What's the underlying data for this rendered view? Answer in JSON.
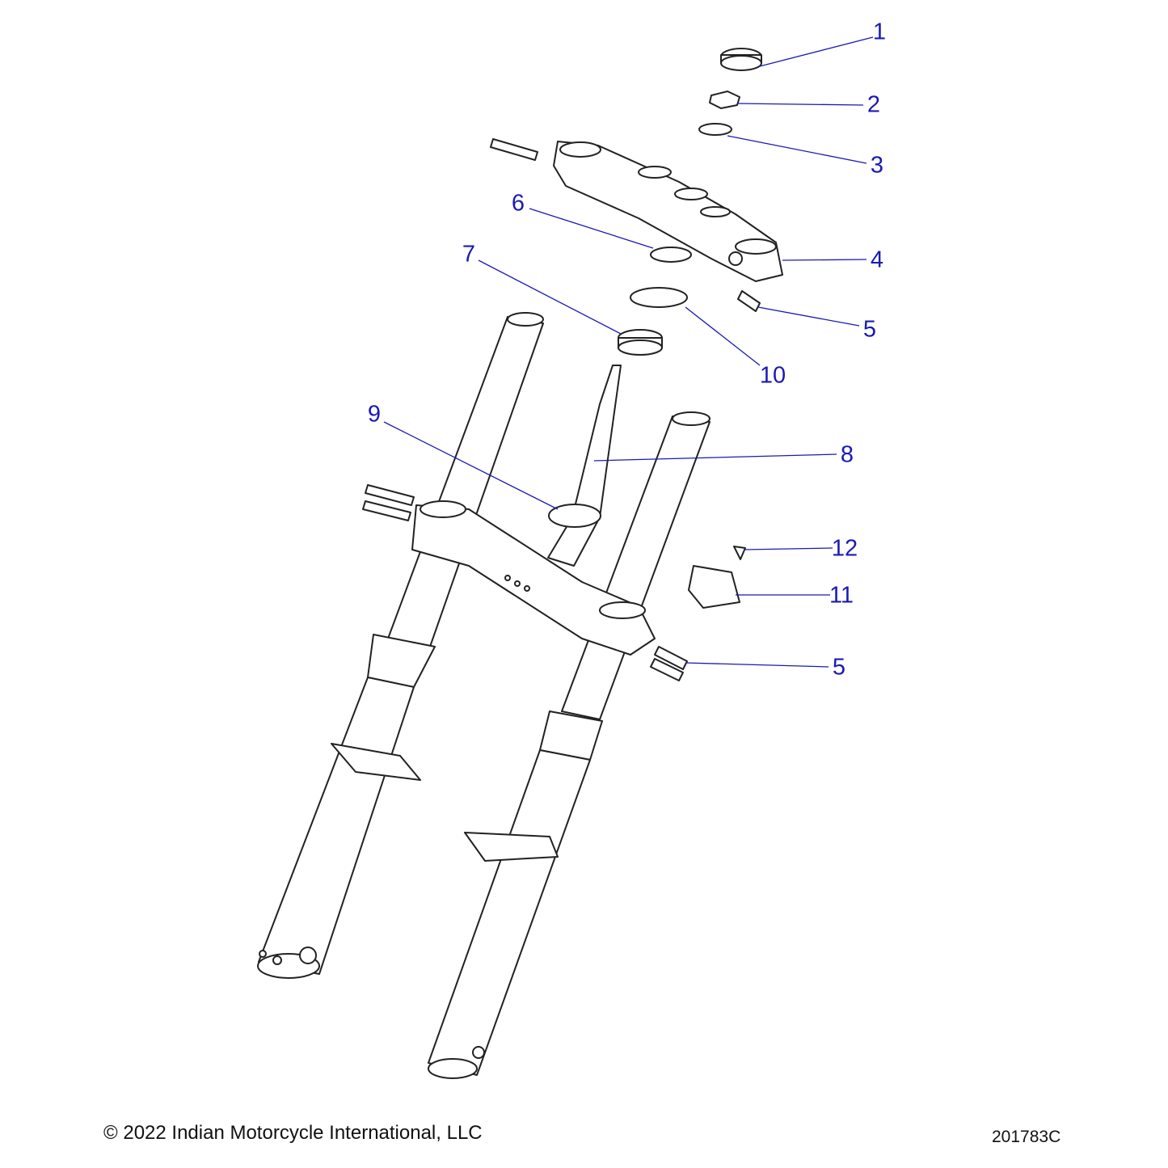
{
  "diagram": {
    "callouts": [
      {
        "id": "c1",
        "label": "1"
      },
      {
        "id": "c2",
        "label": "2"
      },
      {
        "id": "c3",
        "label": "3"
      },
      {
        "id": "c4",
        "label": "4"
      },
      {
        "id": "c5a",
        "label": "5"
      },
      {
        "id": "c6",
        "label": "6"
      },
      {
        "id": "c7",
        "label": "7"
      },
      {
        "id": "c8",
        "label": "8"
      },
      {
        "id": "c9",
        "label": "9"
      },
      {
        "id": "c10",
        "label": "10"
      },
      {
        "id": "c11",
        "label": "11"
      },
      {
        "id": "c12",
        "label": "12"
      },
      {
        "id": "c5b",
        "label": "5"
      }
    ],
    "leader_color": "#1a1ab4"
  },
  "footer": {
    "copyright": "© 2022 Indian Motorcycle International, LLC",
    "drawing_number": "201783C"
  }
}
